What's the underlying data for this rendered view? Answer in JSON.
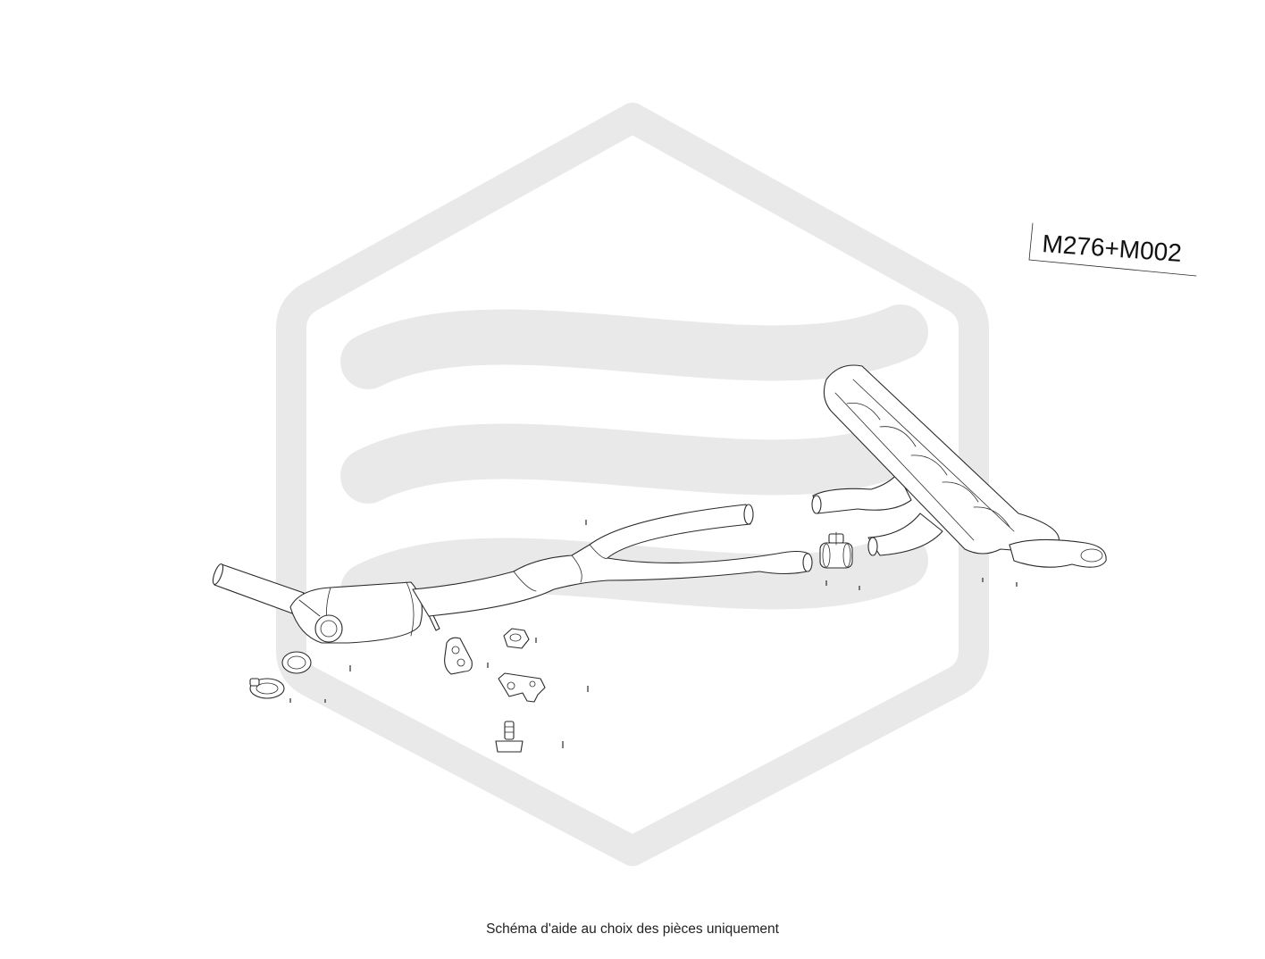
{
  "diagram": {
    "reference_label": "M276+M002",
    "caption": "Schéma d'aide au choix des pièces uniquement",
    "colors": {
      "watermark": "#e9e9e9",
      "line": "#2a2a2a",
      "background": "#ffffff"
    },
    "watermark_icon": "hexagon-waves-logo-icon",
    "parts": [
      "front-pipe-with-catalytic-converter",
      "y-intermediate-pipe",
      "connector-clamp",
      "rear-silencer",
      "clamp-ring",
      "sealing-ring",
      "rubber-mount",
      "flange-nut",
      "mounting-bracket",
      "bolt"
    ]
  }
}
